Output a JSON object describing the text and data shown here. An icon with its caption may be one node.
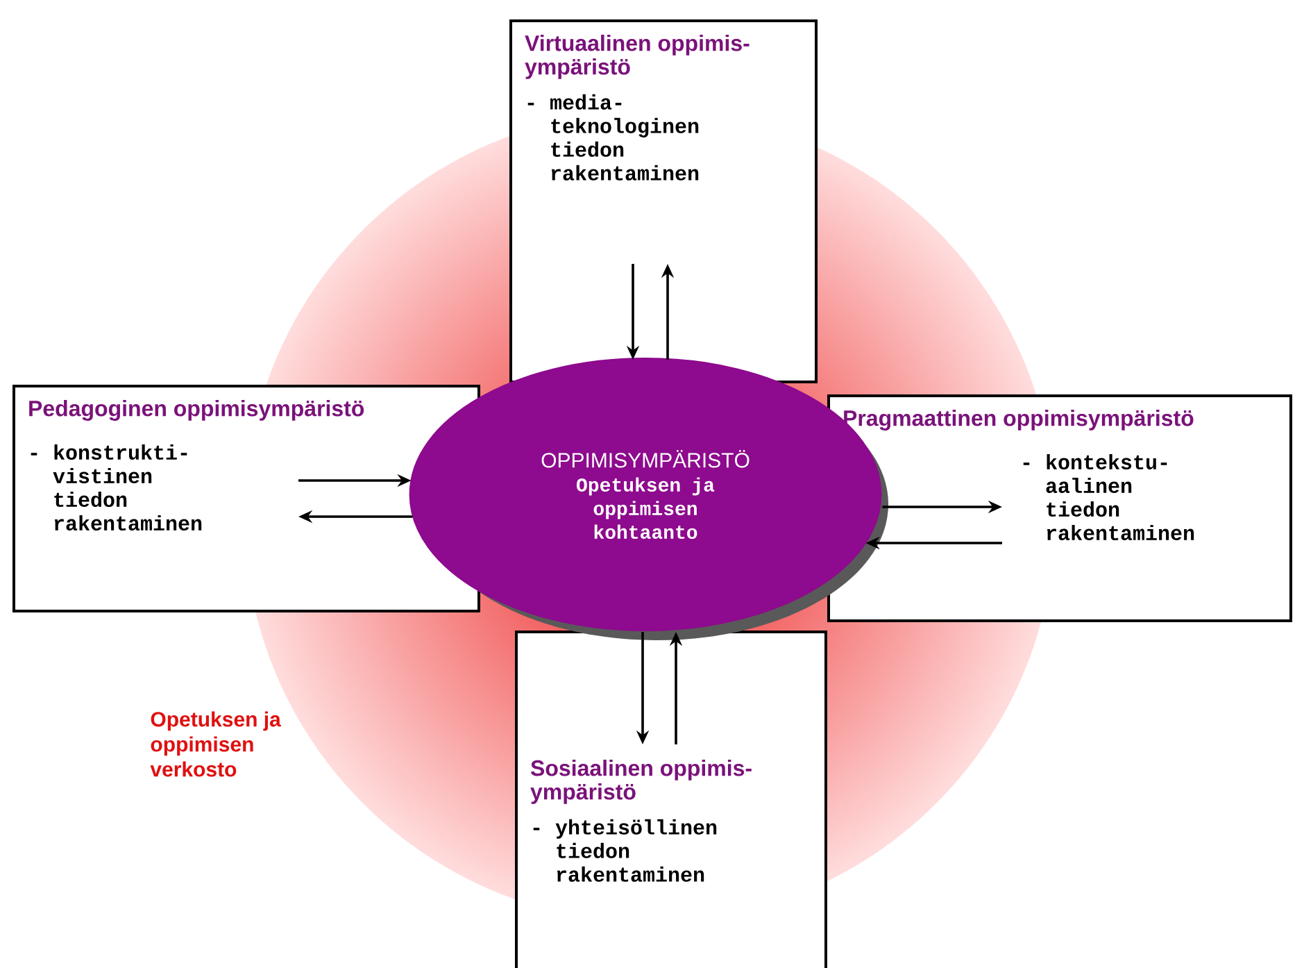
{
  "diagram": {
    "nodes": [
      {
        "text": [
          "Virtuaalinen oppimis- ympäristö",
          "- media- teknologinen tiedon rakentaminen"
        ]
      },
      {
        "text": [
          "Pedagoginen oppimisympäristö",
          "- konstrukti- vistinen tiedon rakentaminen"
        ]
      },
      {
        "text": [
          "OPPIMISYMPÄRISTÖ",
          "Opetuksen ja oppimisen kohtaanto"
        ]
      },
      {
        "text": [
          "Pragmaattinen oppimisympäristö",
          "- kontekstu- aalinen tiedon rakentaminen"
        ]
      },
      {
        "text": [
          "Sosiaalinen oppimis- ympäristö",
          "- yhteisöllinen tiedon rakentaminen"
        ]
      }
    ],
    "edges": [
      {
        "from": 0,
        "to": 2,
        "arrow": "to"
      },
      {
        "from": 2,
        "to": 0,
        "arrow": "to"
      },
      {
        "from": 1,
        "to": 2,
        "arrow": "to"
      },
      {
        "from": 2,
        "to": 1,
        "arrow": "to"
      },
      {
        "from": 2,
        "to": 3,
        "arrow": "to"
      },
      {
        "from": 3,
        "to": 2,
        "arrow": "to"
      },
      {
        "from": 2,
        "to": 4,
        "arrow": "to"
      },
      {
        "from": 4,
        "to": 2,
        "arrow": "to"
      }
    ],
    "labels": [
      "Opetuksen ja oppimisen verkosto"
    ]
  }
}
